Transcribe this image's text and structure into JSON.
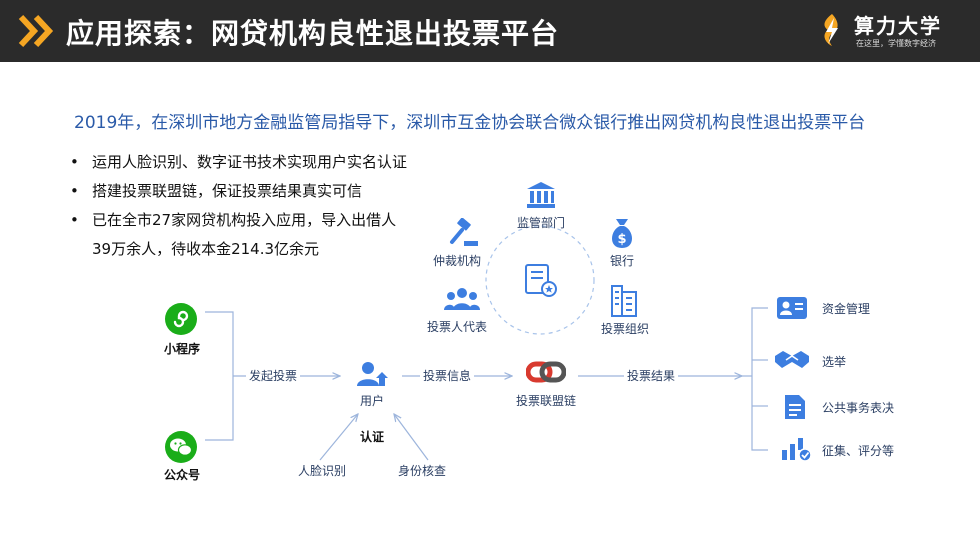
{
  "header": {
    "title": "应用探索：网贷机构良性退出投票平台",
    "logo_name": "算力大学",
    "logo_slogan": "在这里，学懂数字经济"
  },
  "subtitle": "2019年，在深圳市地方金融监管局指导下，深圳市互金协会联合微众银行推出网贷机构良性退出投票平台",
  "bullets": [
    "运用人脸识别、数字证书技术实现用户实名认证",
    "搭建投票联盟链，保证投票结果真实可信",
    "已在全市27家网贷机构投入应用，导入出借人",
    "39万余人，待收本金214.3亿余元"
  ],
  "diagram": {
    "entry_points": [
      "小程序",
      "公众号"
    ],
    "edge_initiate": "发起投票",
    "user": "用户",
    "auth": "认证",
    "auth_methods": [
      "人脸识别",
      "身份核查"
    ],
    "edge_vote_info": "投票信息",
    "blockchain": "投票联盟链",
    "edge_vote_result": "投票结果",
    "participants": {
      "regulator": "监管部门",
      "arbitration": "仲裁机构",
      "bank": "银行",
      "representative": "投票人代表",
      "organizer": "投票组织"
    },
    "outcomes": [
      "资金管理",
      "选举",
      "公共事务表决",
      "征集、评分等"
    ]
  },
  "colors": {
    "header_bg": "#2b2b2b",
    "accent_orange": "#f5a623",
    "subtitle_blue": "#2a5aa8",
    "icon_blue": "#3d7ee0",
    "wechat_green": "#1aad19",
    "chain_red": "#d83a2f"
  }
}
